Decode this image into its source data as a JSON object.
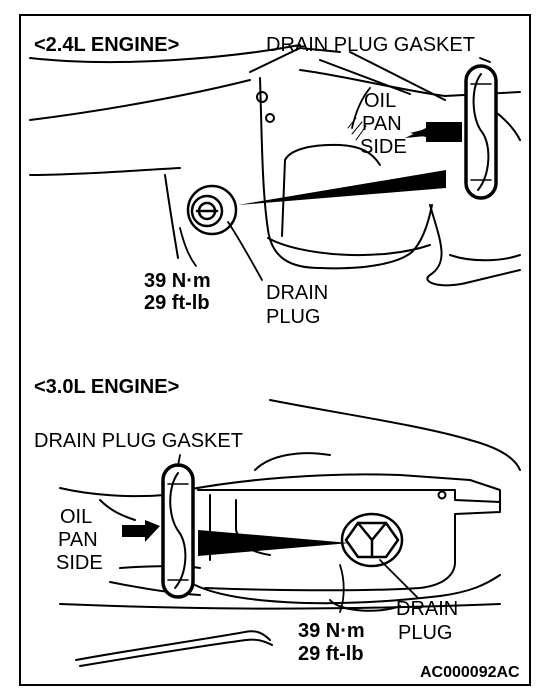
{
  "panel_24": {
    "title": "<2.4L ENGINE>",
    "gasket_label": "DRAIN PLUG GASKET",
    "oil_pan_side": [
      "OIL",
      "PAN",
      "SIDE"
    ],
    "torque": [
      "39 N·m",
      "29 ft-lb"
    ],
    "plug_label": [
      "DRAIN",
      "PLUG"
    ]
  },
  "panel_30": {
    "title": "<3.0L ENGINE>",
    "gasket_label": "DRAIN PLUG GASKET",
    "oil_pan_side": [
      "OIL",
      "PAN",
      "SIDE"
    ],
    "torque": [
      "39 N·m",
      "29 ft-lb"
    ],
    "plug_label": [
      "DRAIN",
      "PLUG"
    ]
  },
  "figure_code": "AC000092AC"
}
